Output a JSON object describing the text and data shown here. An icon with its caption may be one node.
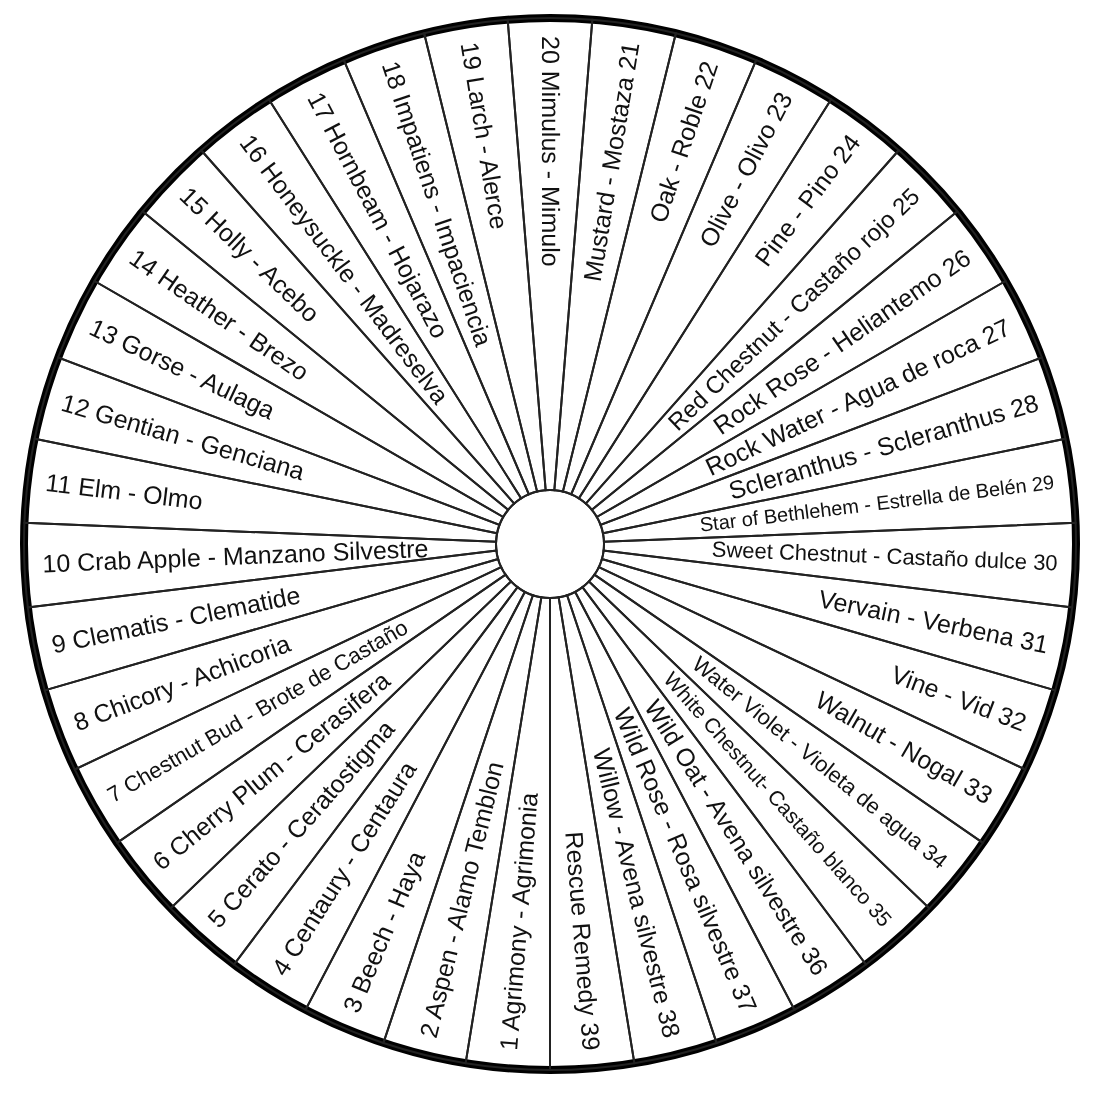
{
  "diagram": {
    "nodes": [
      {
        "text": [
          "1 Agrimony - Agrimonia"
        ]
      },
      {
        "text": [
          "2 Aspen - Alamo Temblon"
        ]
      },
      {
        "text": [
          "3 Beech - Haya"
        ]
      },
      {
        "text": [
          "4 Centaury - Centaura"
        ]
      },
      {
        "text": [
          "5 Cerato - Ceratostigma"
        ]
      },
      {
        "text": [
          "6 Cherry Plum - Cerasifera"
        ]
      },
      {
        "text": [
          "7 Chestnut Bud - Brote de Castaño"
        ]
      },
      {
        "text": [
          "8 Chicory - Achicoria"
        ]
      },
      {
        "text": [
          "9 Clematis - Clematide"
        ]
      },
      {
        "text": [
          "10 Crab Apple - Manzano Silvestre"
        ]
      },
      {
        "text": [
          "11 Elm - Olmo"
        ]
      },
      {
        "text": [
          "12 Gentian - Genciana"
        ]
      },
      {
        "text": [
          "13 Gorse - Aulaga"
        ]
      },
      {
        "text": [
          "14 Heather - Brezo"
        ]
      },
      {
        "text": [
          "15 Holly - Acebo"
        ]
      },
      {
        "text": [
          "16 Honeysuckle - Madreselva"
        ]
      },
      {
        "text": [
          "17 Hornbeam - Hojarazo"
        ]
      },
      {
        "text": [
          "18 Impatiens - Impaciencia"
        ]
      },
      {
        "text": [
          "19 Larch - Alerce"
        ]
      },
      {
        "text": [
          "20 Mimulus - Mimulo"
        ]
      },
      {
        "text": [
          "Mustard - Mostaza 21"
        ]
      },
      {
        "text": [
          "Oak - Roble 22"
        ]
      },
      {
        "text": [
          "Olive - Olivo 23"
        ]
      },
      {
        "text": [
          "Pine - Pino 24"
        ]
      },
      {
        "text": [
          "Red Chestnut - Castaño rojo 25"
        ]
      },
      {
        "text": [
          "Rock Rose - Heliantemo 26"
        ]
      },
      {
        "text": [
          "Rock Water - Agua de roca 27"
        ]
      },
      {
        "text": [
          "Scleranthus - Scleranthus 28"
        ]
      },
      {
        "text": [
          "Star of Bethlehem - Estrella de Belén 29"
        ]
      },
      {
        "text": [
          "Sweet Chestnut - Castaño dulce 30"
        ]
      },
      {
        "text": [
          "Vervain - Verbena 31"
        ]
      },
      {
        "text": [
          "Vine - Vid 32"
        ]
      },
      {
        "text": [
          "Walnut - Nogal 33"
        ]
      },
      {
        "text": [
          "Water Violet - Violeta de agua 34"
        ]
      },
      {
        "text": [
          "White Chestnut- Castaño blanco 35"
        ]
      },
      {
        "text": [
          "Wild Oat - Avena silvestre 36"
        ]
      },
      {
        "text": [
          "Wild Rose - Rosa silvestre 37"
        ]
      },
      {
        "text": [
          "Willow - Avena silvestre 38"
        ]
      },
      {
        "text": [
          "Rescue Remedy 39"
        ]
      }
    ]
  }
}
